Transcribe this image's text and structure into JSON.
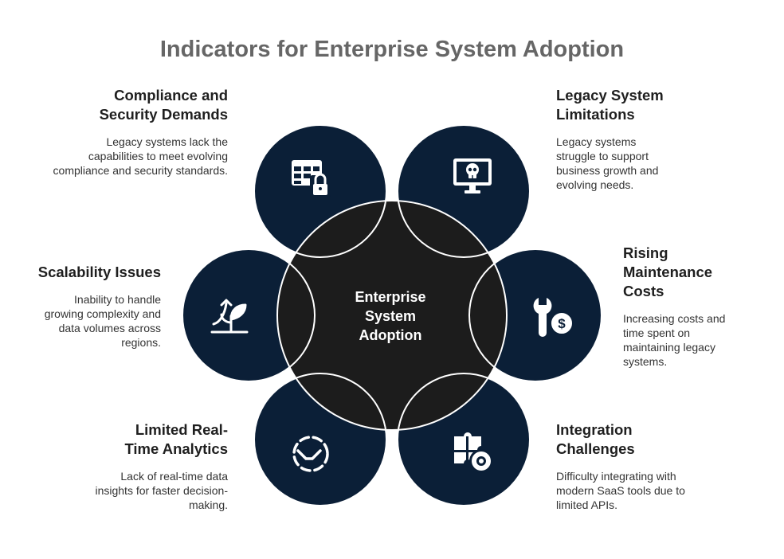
{
  "title": "Indicators for Enterprise System Adoption",
  "center": {
    "lines": [
      "Enterprise",
      "System",
      "Adoption"
    ]
  },
  "colors": {
    "node": "#0b1f37",
    "center": "#1c1c1c",
    "outline": "#ffffff",
    "title": "#666666"
  },
  "items": [
    {
      "title": "Compliance and Security Demands",
      "description": "Legacy systems lack the capabilities to meet evolving compliance and security standards.",
      "icon": "table-lock-icon"
    },
    {
      "title": "Legacy System Limitations",
      "description": "Legacy systems struggle to support business growth and evolving needs.",
      "icon": "monitor-skull-icon"
    },
    {
      "title": "Scalability Issues",
      "description": "Inability to handle growing complexity and data volumes across regions.",
      "icon": "sprout-growth-icon"
    },
    {
      "title": "Rising Maintenance Costs",
      "description": "Increasing costs and time spent on maintaining legacy systems.",
      "icon": "wrench-dollar-icon"
    },
    {
      "title": "Limited Real-Time Analytics",
      "description": "Lack of real-time data insights for faster decision-making.",
      "icon": "dashed-circle-arrow-icon"
    },
    {
      "title": "Integration Challenges",
      "description": "Difficulty integrating with modern SaaS tools due to limited APIs.",
      "icon": "puzzle-gear-icon"
    }
  ]
}
